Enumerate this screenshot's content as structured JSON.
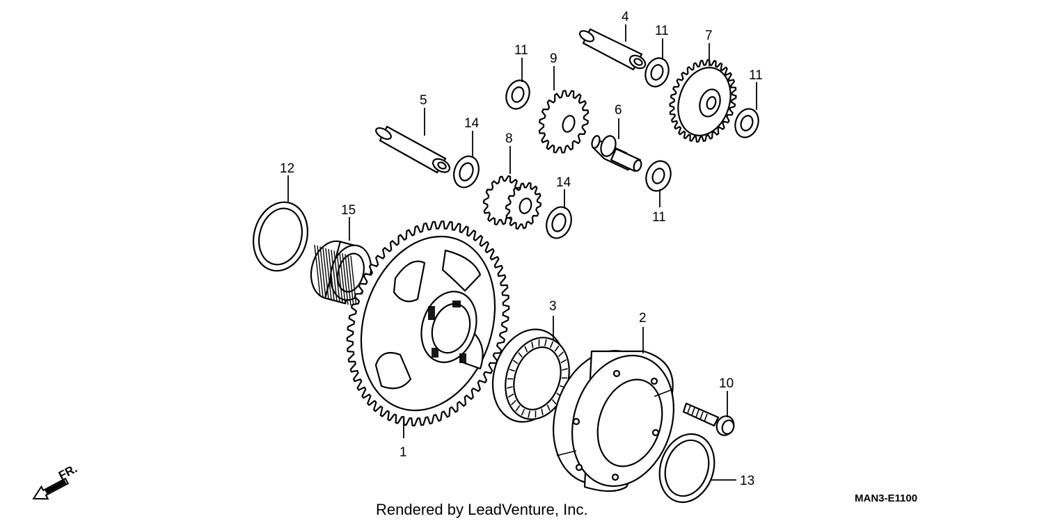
{
  "diagram": {
    "code": "MAN3-E1100",
    "credit": "Rendered by LeadVenture, Inc.",
    "direction_label": "FR."
  },
  "callouts": [
    {
      "id": "c1",
      "text": "1"
    },
    {
      "id": "c2",
      "text": "2"
    },
    {
      "id": "c3",
      "text": "3"
    },
    {
      "id": "c4",
      "text": "4"
    },
    {
      "id": "c5",
      "text": "5"
    },
    {
      "id": "c6",
      "text": "6"
    },
    {
      "id": "c7",
      "text": "7"
    },
    {
      "id": "c8",
      "text": "8"
    },
    {
      "id": "c9",
      "text": "9"
    },
    {
      "id": "c10",
      "text": "10"
    },
    {
      "id": "c11a",
      "text": "11"
    },
    {
      "id": "c11b",
      "text": "11"
    },
    {
      "id": "c11c",
      "text": "11"
    },
    {
      "id": "c11d",
      "text": "11"
    },
    {
      "id": "c12",
      "text": "12"
    },
    {
      "id": "c13",
      "text": "13"
    },
    {
      "id": "c14a",
      "text": "14"
    },
    {
      "id": "c14b",
      "text": "14"
    },
    {
      "id": "c15",
      "text": "15"
    }
  ]
}
